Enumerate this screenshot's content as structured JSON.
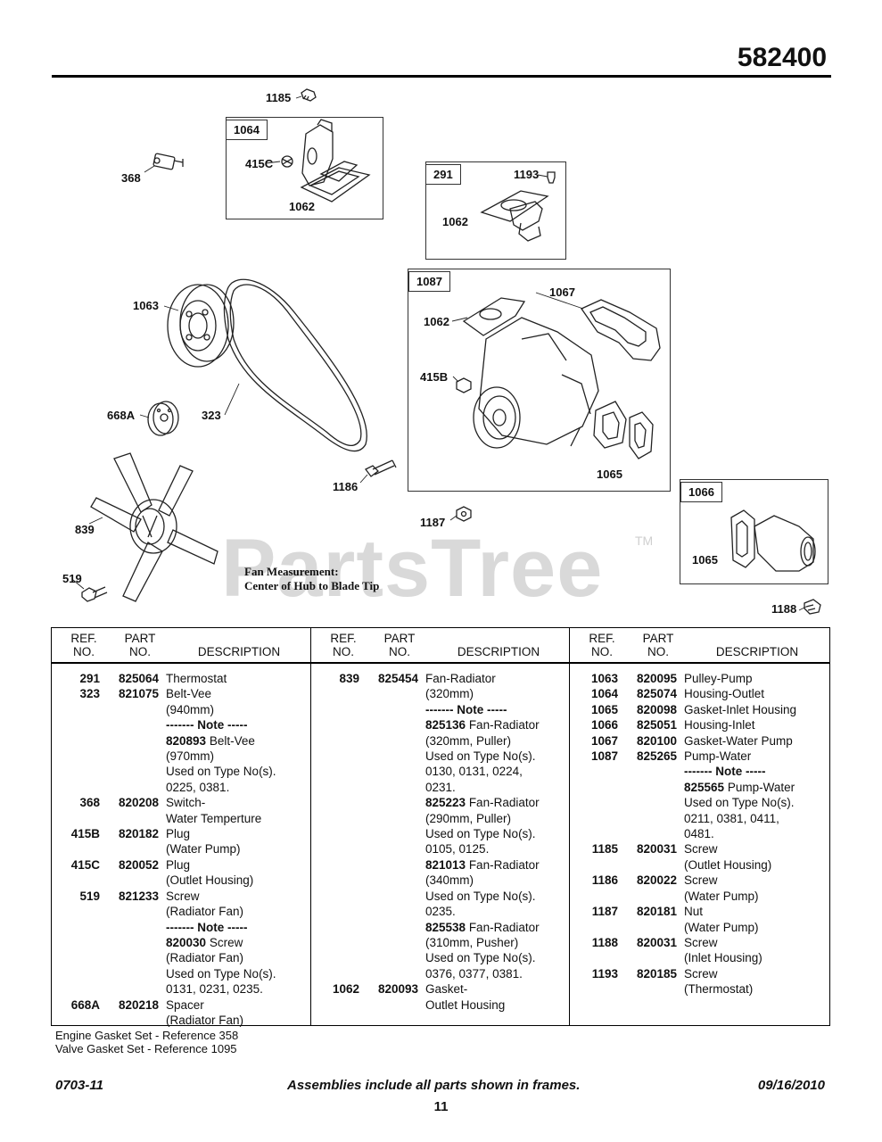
{
  "document_number": "582400",
  "watermark": "PartsTree",
  "watermark_tm": "TM",
  "fan_note": {
    "line1": "Fan Measurement:",
    "line2": "Center of Hub to Blade Tip"
  },
  "callouts": {
    "c1185a": "1185",
    "c1064": "1064",
    "c415C": "415C",
    "c368": "368",
    "c1062a": "1062",
    "c291": "291",
    "c1193": "1193",
    "c1062b": "1062",
    "c1087": "1087",
    "c1067": "1067",
    "c1063": "1063",
    "c1062c": "1062",
    "c415B": "415B",
    "c668A": "668A",
    "c323": "323",
    "c1065a": "1065",
    "c1186": "1186",
    "c1066": "1066",
    "c839": "839",
    "c1187": "1187",
    "c1065b": "1065",
    "c519": "519",
    "c1188": "1188"
  },
  "table": {
    "headers": {
      "ref_1": "REF.",
      "ref_2": "NO.",
      "part_1": "PART",
      "part_2": "NO.",
      "desc": "DESCRIPTION"
    },
    "col1": [
      {
        "ref": "291",
        "part": "825064",
        "lines": [
          "Thermostat"
        ]
      },
      {
        "ref": "323",
        "part": "821075",
        "lines": [
          "Belt-Vee",
          "(940mm)",
          "------- Note -----",
          "820893 Belt-Vee",
          "(970mm)",
          "Used on Type No(s).",
          "0225, 0381."
        ]
      },
      {
        "ref": "368",
        "part": "820208",
        "lines": [
          "Switch-",
          "Water Temperture"
        ]
      },
      {
        "ref": "415B",
        "part": "820182",
        "lines": [
          "Plug",
          "(Water Pump)"
        ]
      },
      {
        "ref": "415C",
        "part": "820052",
        "lines": [
          "Plug",
          "(Outlet Housing)"
        ]
      },
      {
        "ref": "519",
        "part": "821233",
        "lines": [
          "Screw",
          "(Radiator Fan)",
          "------- Note -----",
          "820030 Screw",
          "(Radiator Fan)",
          "Used on Type No(s).",
          "0131, 0231, 0235."
        ]
      },
      {
        "ref": "668A",
        "part": "820218",
        "lines": [
          "Spacer",
          "(Radiator Fan)"
        ]
      }
    ],
    "col2": [
      {
        "ref": "839",
        "part": "825454",
        "lines": [
          "Fan-Radiator",
          "(320mm)",
          "------- Note -----",
          "825136 Fan-Radiator",
          "(320mm, Puller)",
          "Used on Type No(s).",
          "0130, 0131, 0224,",
          "0231.",
          "825223 Fan-Radiator",
          "(290mm, Puller)",
          "Used on Type No(s).",
          "0105, 0125.",
          "821013 Fan-Radiator",
          "(340mm)",
          "Used on Type No(s).",
          "0235.",
          "825538 Fan-Radiator",
          "(310mm, Pusher)",
          "Used on Type No(s).",
          "0376, 0377, 0381."
        ]
      },
      {
        "ref": "1062",
        "part": "820093",
        "lines": [
          "Gasket-",
          "Outlet Housing"
        ]
      }
    ],
    "col3": [
      {
        "ref": "1063",
        "part": "820095",
        "lines": [
          "Pulley-Pump"
        ]
      },
      {
        "ref": "1064",
        "part": "825074",
        "lines": [
          "Housing-Outlet"
        ]
      },
      {
        "ref": "1065",
        "part": "820098",
        "lines": [
          "Gasket-Inlet Housing"
        ]
      },
      {
        "ref": "1066",
        "part": "825051",
        "lines": [
          "Housing-Inlet"
        ]
      },
      {
        "ref": "1067",
        "part": "820100",
        "lines": [
          "Gasket-Water Pump"
        ]
      },
      {
        "ref": "1087",
        "part": "825265",
        "lines": [
          "Pump-Water",
          "------- Note -----",
          "825565 Pump-Water",
          "Used on Type No(s).",
          "0211, 0381, 0411,",
          "0481."
        ]
      },
      {
        "ref": "1185",
        "part": "820031",
        "lines": [
          "Screw",
          "(Outlet  Housing)"
        ]
      },
      {
        "ref": "1186",
        "part": "820022",
        "lines": [
          "Screw",
          "(Water Pump)"
        ]
      },
      {
        "ref": "1187",
        "part": "820181",
        "lines": [
          "Nut",
          "(Water Pump)"
        ]
      },
      {
        "ref": "1188",
        "part": "820031",
        "lines": [
          "Screw",
          "(Inlet  Housing)"
        ]
      },
      {
        "ref": "1193",
        "part": "820185",
        "lines": [
          "Screw",
          "(Thermostat)"
        ]
      }
    ]
  },
  "notes": [
    "Engine Gasket Set - Reference 358",
    "Valve Gasket Set - Reference 1095"
  ],
  "footer": {
    "left": "0703-11",
    "center": "Assemblies include all parts shown in frames.",
    "right": "09/16/2010",
    "page": "11"
  }
}
